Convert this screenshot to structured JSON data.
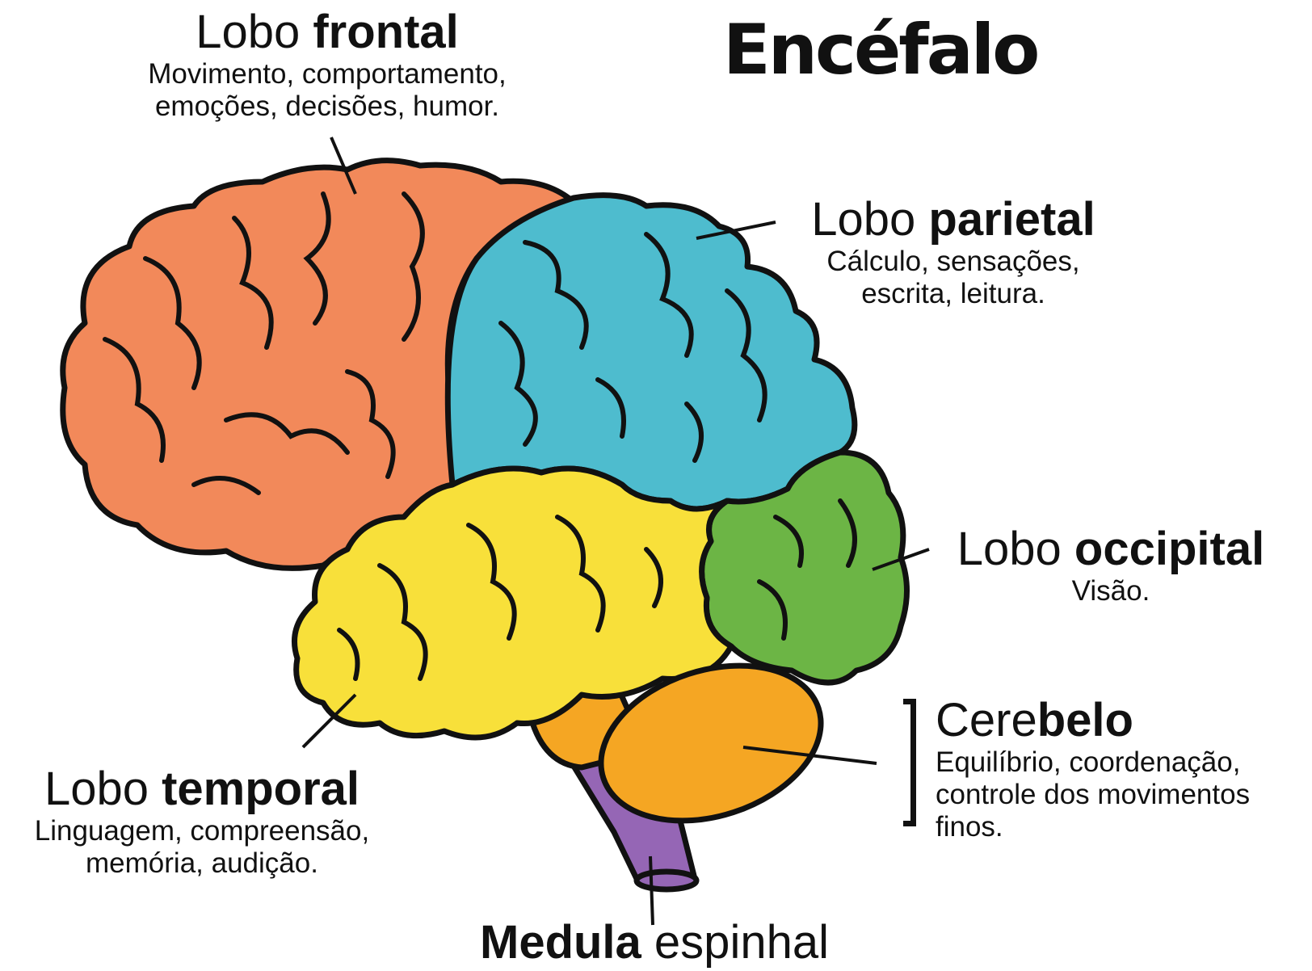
{
  "title": "Encéfalo",
  "lobes": {
    "frontal": {
      "prefix": "Lobo ",
      "name": "frontal",
      "lines": [
        "Movimento, comportamento,",
        "emoções, decisões, humor."
      ],
      "color": "#F2895A"
    },
    "parietal": {
      "prefix": "Lobo ",
      "name": "parietal",
      "lines": [
        "Cálculo, sensações,",
        "escrita, leitura."
      ],
      "color": "#4EBCCE"
    },
    "occipital": {
      "prefix": "Lobo ",
      "name": "occipital",
      "lines": [
        "Visão."
      ],
      "color": "#6CB545"
    },
    "temporal": {
      "prefix": "Lobo ",
      "name": "temporal",
      "lines": [
        "Linguagem, compreensão,",
        "memória, audição."
      ],
      "color": "#F8E03A"
    }
  },
  "cerebelo": {
    "prefix": "Cere",
    "name": "belo",
    "lines": [
      "Equilíbrio, coordenação,",
      "controle dos movimentos",
      "finos."
    ],
    "color": "#F5A623"
  },
  "medula": {
    "name": "Medula",
    "suffix": " espinhal",
    "color": "#9566B5"
  },
  "outline_color": "#111111"
}
